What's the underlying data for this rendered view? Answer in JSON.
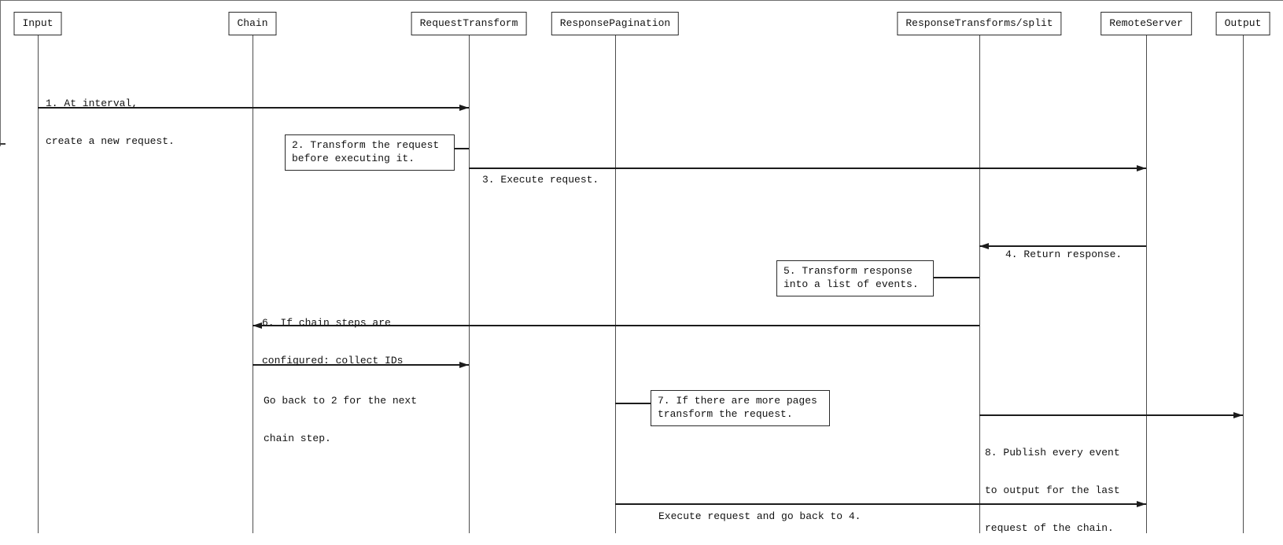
{
  "actors": [
    {
      "label": "Input"
    },
    {
      "label": "Chain"
    },
    {
      "label": "RequestTransform"
    },
    {
      "label": "ResponsePagination"
    },
    {
      "label": "ResponseTransforms/split"
    },
    {
      "label": "RemoteServer"
    },
    {
      "label": "Output"
    }
  ],
  "messages": {
    "m1": {
      "from": "Input",
      "to": "RequestTransform",
      "lines": [
        "1. At interval,",
        "create a new request."
      ]
    },
    "m3": {
      "from": "RequestTransform",
      "to": "RemoteServer",
      "lines": [
        "3. Execute request."
      ]
    },
    "m4": {
      "from": "RemoteServer",
      "to": "ResponseTransforms/split",
      "lines": [
        "4. Return response."
      ]
    },
    "m6": {
      "from": "ResponseTransforms/split",
      "to": "Chain",
      "lines": [
        "6. If chain steps are",
        "configured: collect IDs"
      ]
    },
    "go_back": {
      "from": "Chain",
      "to": "RequestTransform",
      "lines": [
        "Go back to 2 for the next",
        "chain step."
      ]
    },
    "m8": {
      "from": "ResponseTransforms/split",
      "to": "Output",
      "lines": [
        "8. Publish every event",
        "to output for the last",
        "request of the chain."
      ]
    },
    "execute_again": {
      "from": "ResponsePagination",
      "to": "RemoteServer",
      "lines": [
        "Execute request and go back to 4."
      ]
    }
  },
  "notes": {
    "n2": {
      "actor": "RequestTransform",
      "lines": [
        "2. Transform the request",
        "before executing it."
      ]
    },
    "n5": {
      "actor": "ResponseTransforms/split",
      "lines": [
        "5. Transform response",
        "into a list of events."
      ]
    },
    "n7": {
      "actor": "ResponsePagination",
      "lines": [
        "7. If there are more pages",
        "transform the request."
      ]
    }
  },
  "colors": {
    "background": "#ffffff",
    "line": "#1c1c1c",
    "lifeline": "#4c4c4c",
    "text": "#121212",
    "box_border": "#2a2a2a"
  }
}
